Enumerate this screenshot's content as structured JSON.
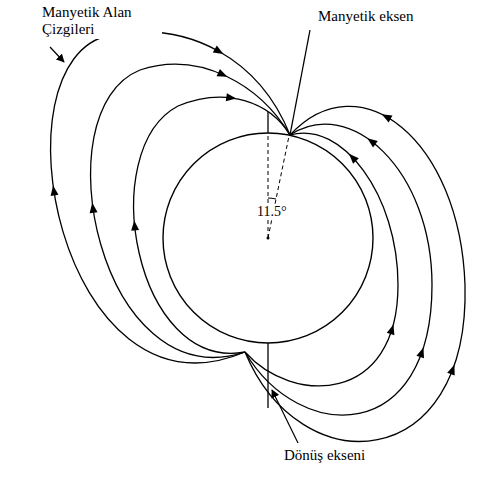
{
  "diagram": {
    "labels": [
      "Manyetik Alan Çizgileri",
      "Manyetik eksen",
      "11.5°",
      "Dönüş ekseni"
    ]
  }
}
